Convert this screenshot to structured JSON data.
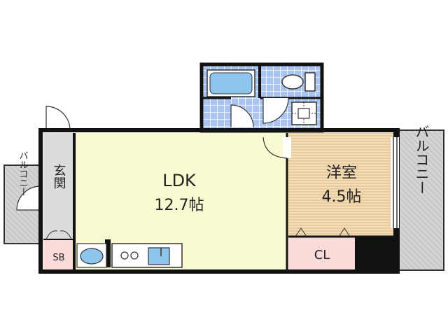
{
  "rooms": {
    "ldk": {
      "name": "LDK",
      "size": "12.7帖"
    },
    "western": {
      "name": "洋室",
      "size": "4.5帖"
    },
    "entrance": {
      "name": "玄関"
    },
    "balcony_right": {
      "name": "バルコニー"
    },
    "balcony_left": {
      "name": "バルコニー"
    },
    "closet": {
      "name": "CL"
    },
    "shoe_box": {
      "name": "SB"
    }
  },
  "colors": {
    "ldk_floor": "#fafad2",
    "western_floor": "#f5dcb4",
    "closet_floor": "#fbdada",
    "shoe_box_floor": "#fbdada",
    "balcony_fill": "#d3d3d3",
    "entrance_fill": "#dcdcdc",
    "bath_tile": "#a9c4f0",
    "fixture_blue": "#8ec5ee",
    "wall": "#111111"
  },
  "icons": [
    "bathtub-icon",
    "toilet-icon",
    "washer-pan-icon",
    "washbasin-icon",
    "stove-icon",
    "kitchen-sink-icon"
  ]
}
